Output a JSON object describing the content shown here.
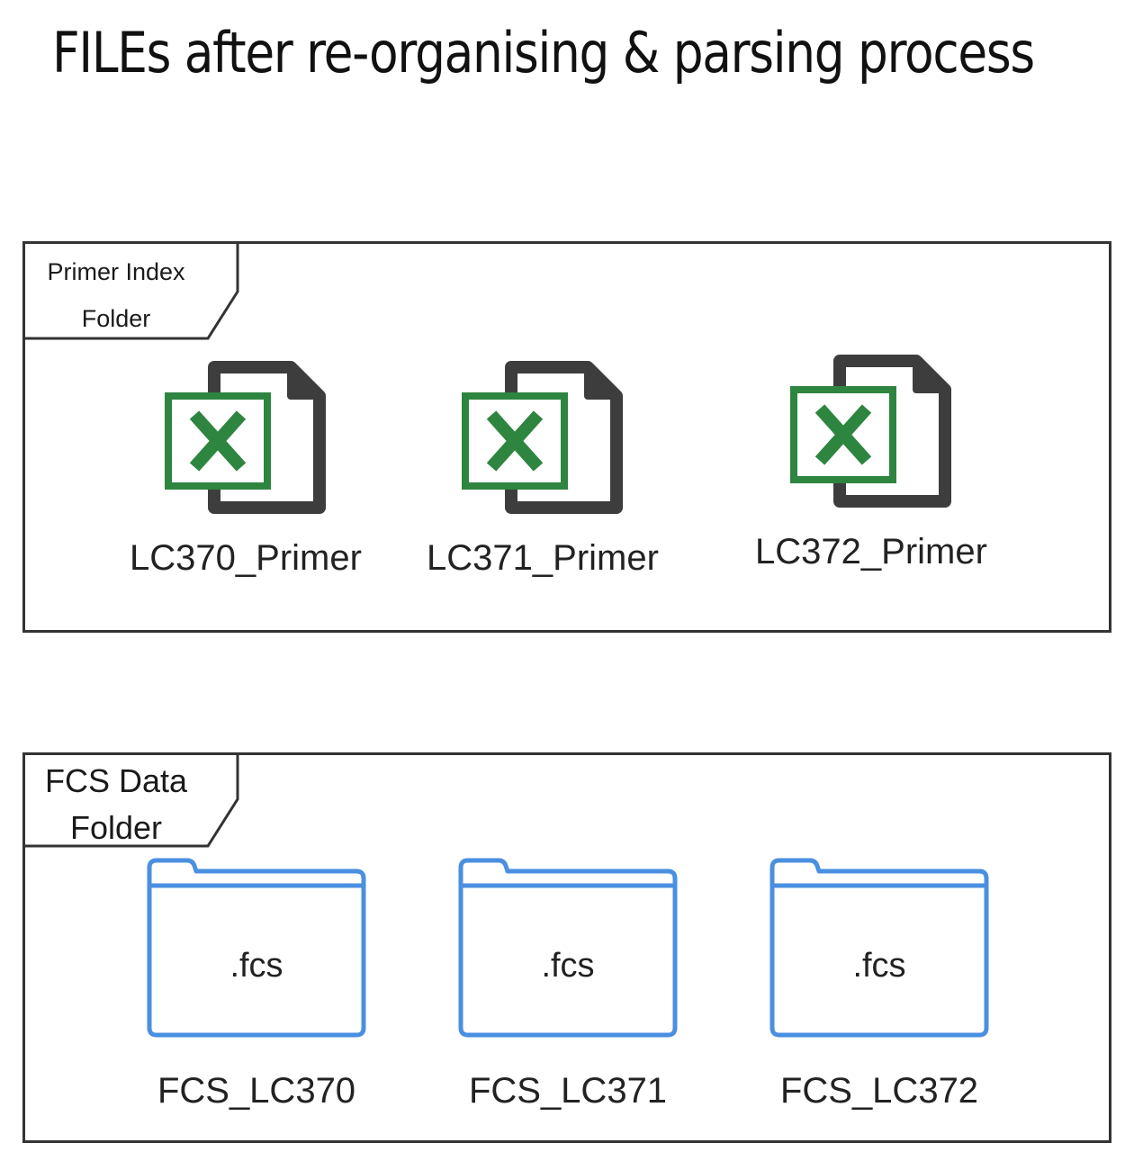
{
  "title": "FILEs after re-organising & parsing process",
  "panels": {
    "primer": {
      "tab_label_line1": "Primer Index",
      "tab_label_line2": "Folder",
      "files": [
        {
          "name": "LC370_Primer",
          "icon": "excel-file-icon"
        },
        {
          "name": "LC371_Primer",
          "icon": "excel-file-icon"
        },
        {
          "name": "LC372_Primer",
          "icon": "excel-file-icon"
        }
      ]
    },
    "fcs": {
      "tab_label_line1": "FCS Data",
      "tab_label_line2": "Folder",
      "folders": [
        {
          "name": "FCS_LC370",
          "extension": ".fcs",
          "icon": "folder-icon"
        },
        {
          "name": "FCS_LC371",
          "extension": ".fcs",
          "icon": "folder-icon"
        },
        {
          "name": "FCS_LC372",
          "extension": ".fcs",
          "icon": "folder-icon"
        }
      ]
    }
  },
  "colors": {
    "excel_green": "#2e8540",
    "folder_blue": "#4a8fe0",
    "doc_gray": "#3d3d3d"
  }
}
